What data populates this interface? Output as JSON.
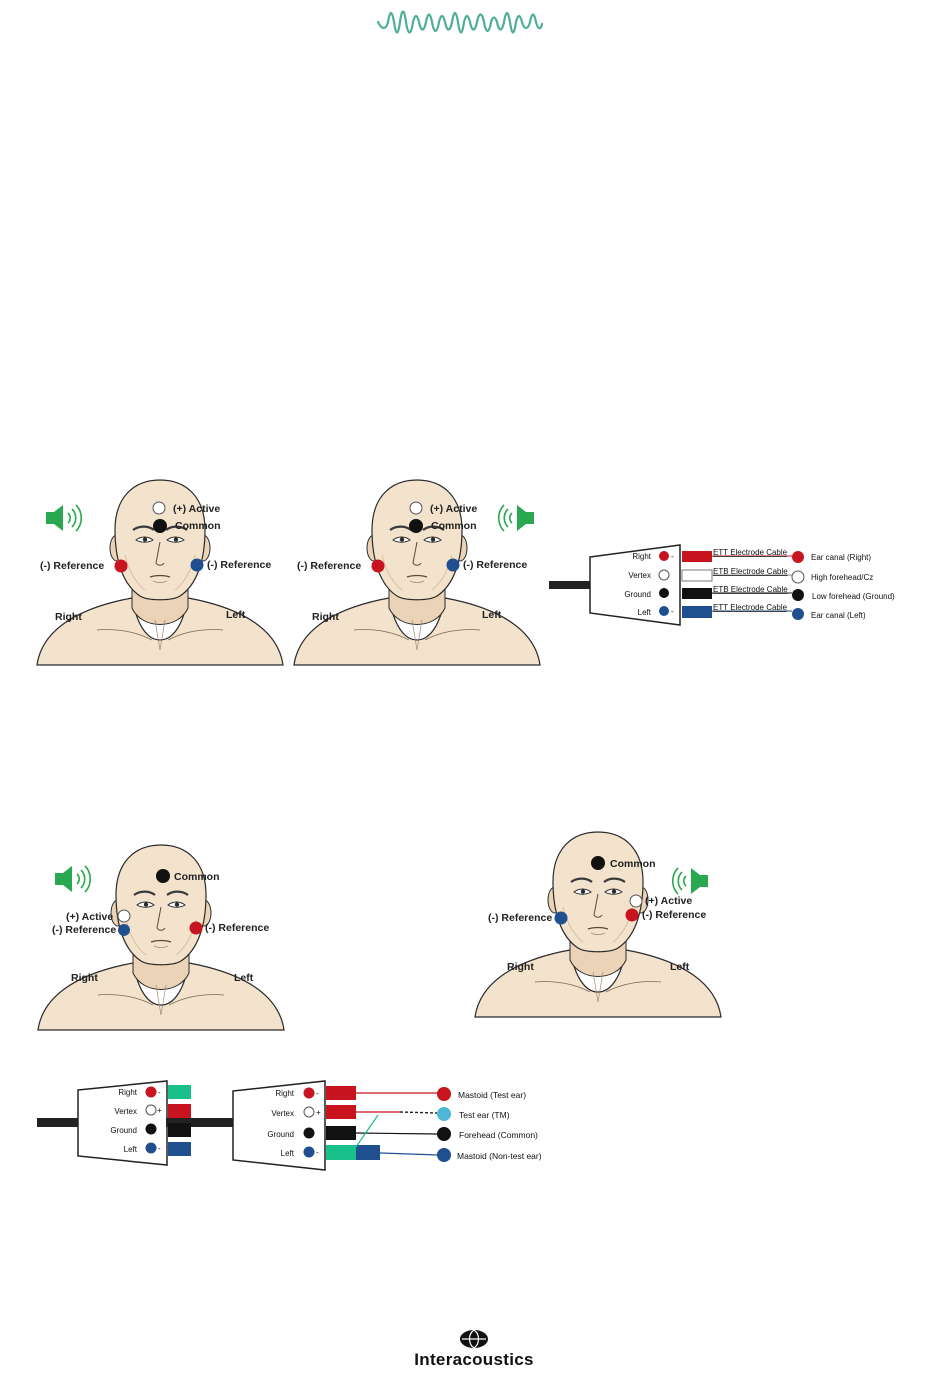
{
  "brand": {
    "name": "Interacoustics",
    "wave_color": "#4fae96"
  },
  "colors": {
    "skin": "#f3e2cc",
    "skin_shadow": "#dcc3a4",
    "outline": "#2b2b2b",
    "red": "#c8141e",
    "blue": "#1f4f8f",
    "black": "#111111",
    "white": "#ffffff",
    "green": "#2aa84f",
    "teal": "#19c08a",
    "light_blue": "#4fb7d6"
  },
  "diagram1": {
    "face1": {
      "active": "(+) Active",
      "common": "Common",
      "ref_right": "(-) Reference",
      "ref_left": "(-) Reference",
      "side_right": "Right",
      "side_left": "Left",
      "speaker": "right-ear-speaker-icon"
    },
    "face2": {
      "active": "(+) Active",
      "common": "Common",
      "ref_right": "(-) Reference",
      "ref_left": "(-) Reference",
      "side_right": "Right",
      "side_left": "Left",
      "speaker": "left-ear-speaker-icon"
    },
    "connector": {
      "rows": [
        {
          "label": "Right",
          "sign": "-",
          "cable": "ETT Electrode Cable",
          "dest": "Ear canal (Right)"
        },
        {
          "label": "Vertex",
          "sign": "",
          "cable": "ETB Electrode Cable",
          "dest": "High forehead/Cz"
        },
        {
          "label": "Ground",
          "sign": "",
          "cable": "ETB Electrode Cable",
          "dest": "Low forehead (Ground)"
        },
        {
          "label": "Left",
          "sign": "-",
          "cable": "ETT Electrode Cable",
          "dest": "Ear canal (Left)"
        }
      ]
    }
  },
  "diagram2": {
    "face1": {
      "common": "Common",
      "active": "(+) Active",
      "ref_a": "(-) Reference",
      "ref_b": "(-) Reference",
      "side_right": "Right",
      "side_left": "Left",
      "speaker": "right-ear-speaker-icon"
    },
    "face2": {
      "common": "Common",
      "active": "(+) Active",
      "ref_a": "(-) Reference",
      "ref_b": "(-) Reference",
      "side_right": "Right",
      "side_left": "Left",
      "speaker": "left-ear-speaker-icon"
    },
    "connector_small": {
      "rows": [
        {
          "label": "Right",
          "sign": "-"
        },
        {
          "label": "Vertex",
          "sign": "+"
        },
        {
          "label": "Ground",
          "sign": ""
        },
        {
          "label": "Left",
          "sign": "-"
        }
      ]
    },
    "connector_large": {
      "rows": [
        {
          "label": "Right",
          "sign": "-",
          "dest": "Mastoid (Test ear)"
        },
        {
          "label": "Vertex",
          "sign": "+",
          "dest": "Test ear (TM)"
        },
        {
          "label": "Ground",
          "sign": "",
          "dest": "Forehead (Common)"
        },
        {
          "label": "Left",
          "sign": "-",
          "dest": "Mastoid (Non-test ear)"
        }
      ]
    }
  }
}
